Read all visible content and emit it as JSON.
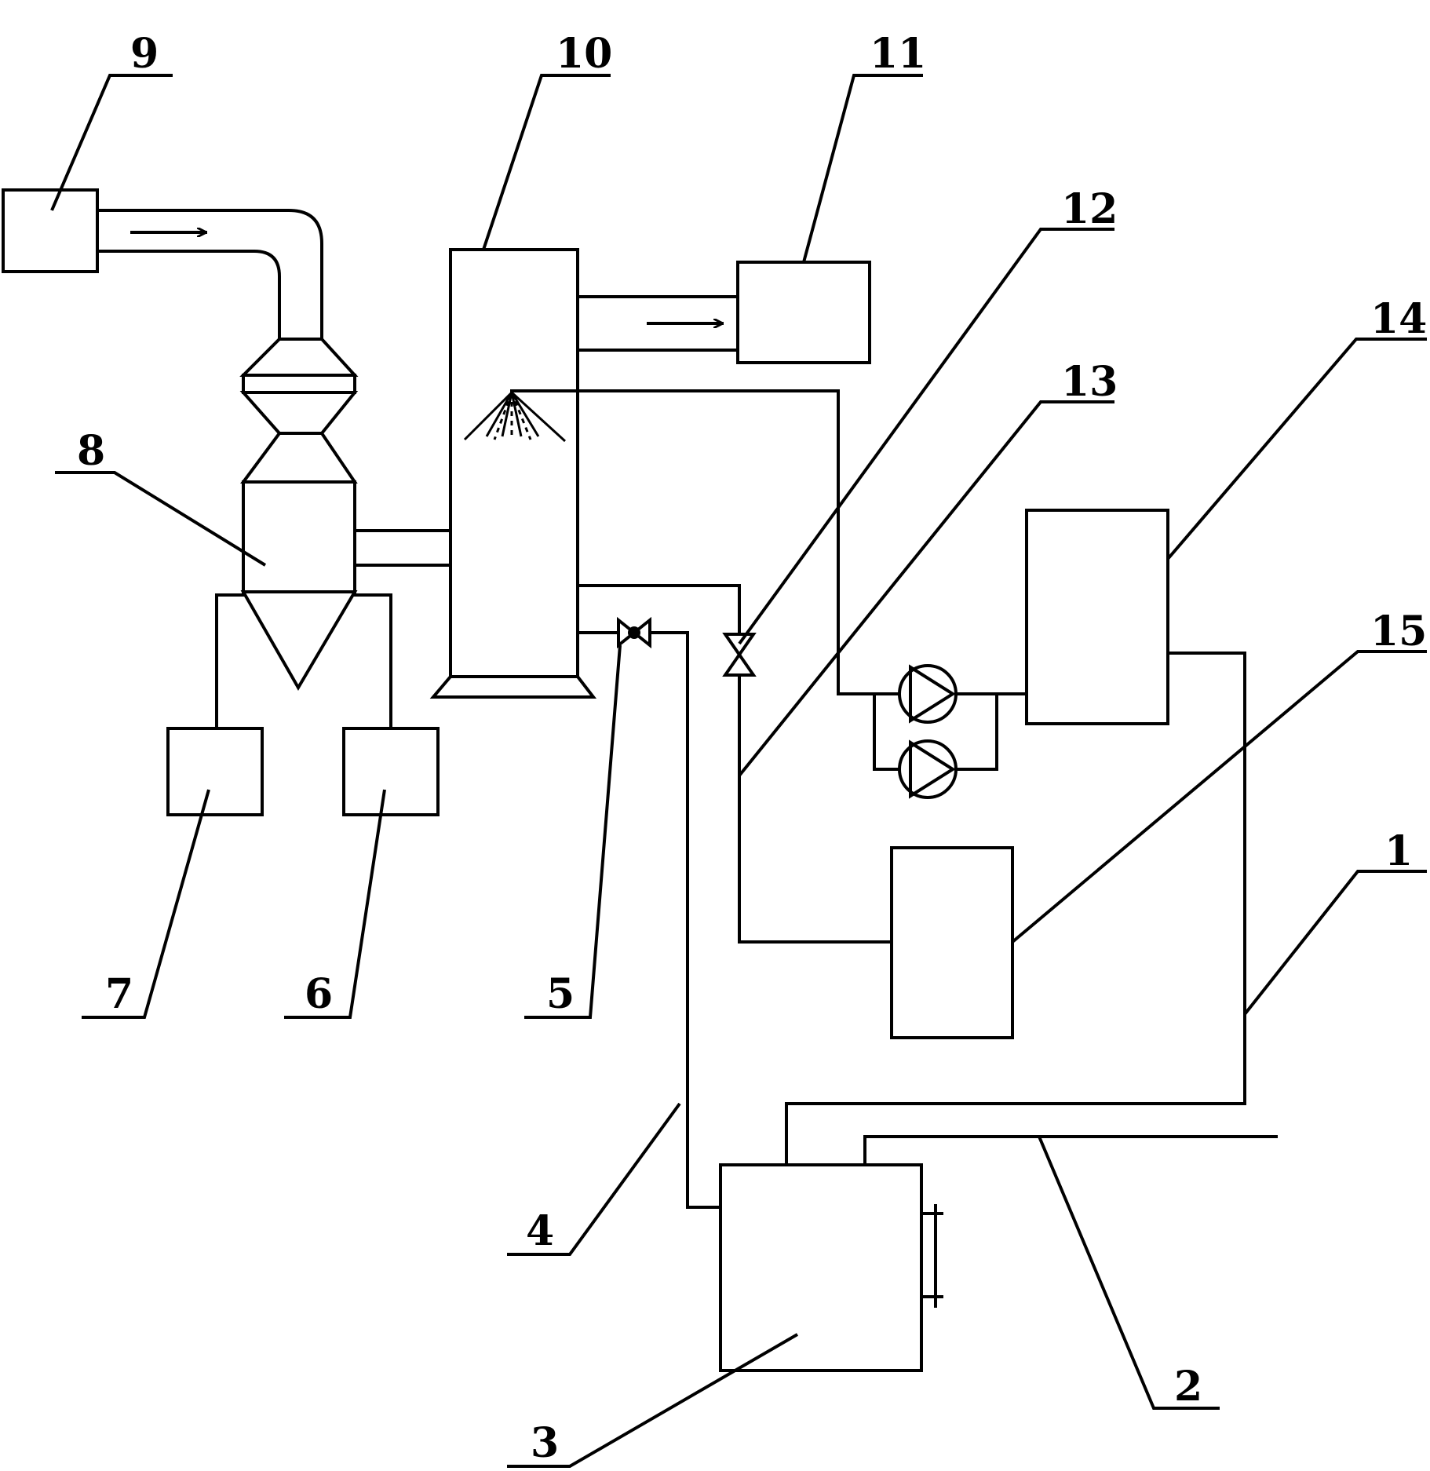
{
  "labels": {
    "l1": "1",
    "l2": "2",
    "l3": "3",
    "l4": "4",
    "l5": "5",
    "l6": "6",
    "l7": "7",
    "l8": "8",
    "l9": "9",
    "l10": "10",
    "l11": "11",
    "l12": "12",
    "l13": "13",
    "l14": "14",
    "l15": "15"
  },
  "icons": {
    "flow": "arrow-right-icon",
    "spray": "spray-nozzle-icon",
    "valve_ball": "ball-valve-icon",
    "valve_gate": "gate-valve-icon",
    "pump": "pump-icon"
  }
}
